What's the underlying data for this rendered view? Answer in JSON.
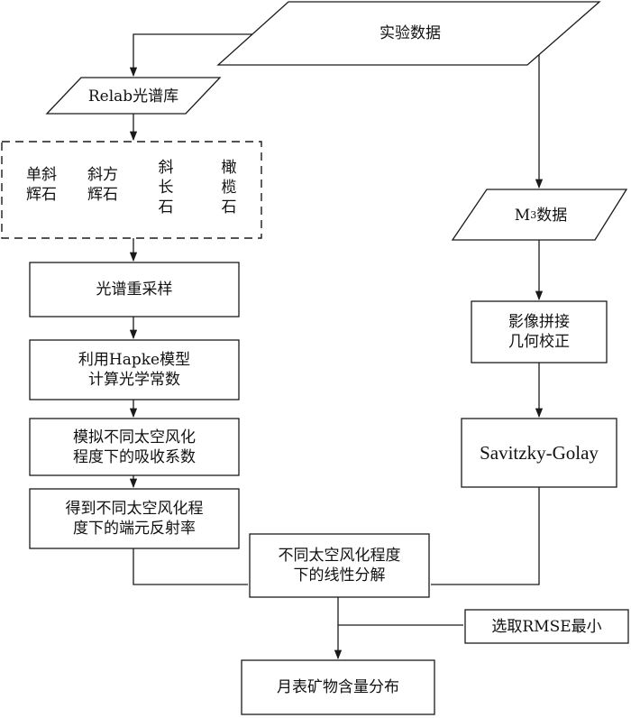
{
  "nodes": {
    "experiment_data": "实验数据",
    "relab_library": "Relab光谱库",
    "minerals": [
      "单斜\n辉石",
      "斜方\n辉石",
      "斜\n长\n石",
      "橄\n榄\n石"
    ],
    "m3_data_prefix": "M",
    "m3_data_sup": "3",
    "m3_data_suffix": "数据",
    "spectral_resampling": "光谱重采样",
    "hapke_optical_constants": "利用Hapke模型\n计算光学常数",
    "absorption_coefficients": "模拟不同太空风化\n程度下的吸收系数",
    "endmember_reflectance": "得到不同太空风化程\n度下的端元反射率",
    "mosaic_geometric_correction": "影像拼接\n几何校正",
    "savitzky_golay": "Savitzky-Golay",
    "linear_unmixing": "不同太空风化程度\n下的线性分解",
    "select_min_rmse": "选取RMSE最小",
    "mineral_abundance": "月表矿物含量分布"
  }
}
